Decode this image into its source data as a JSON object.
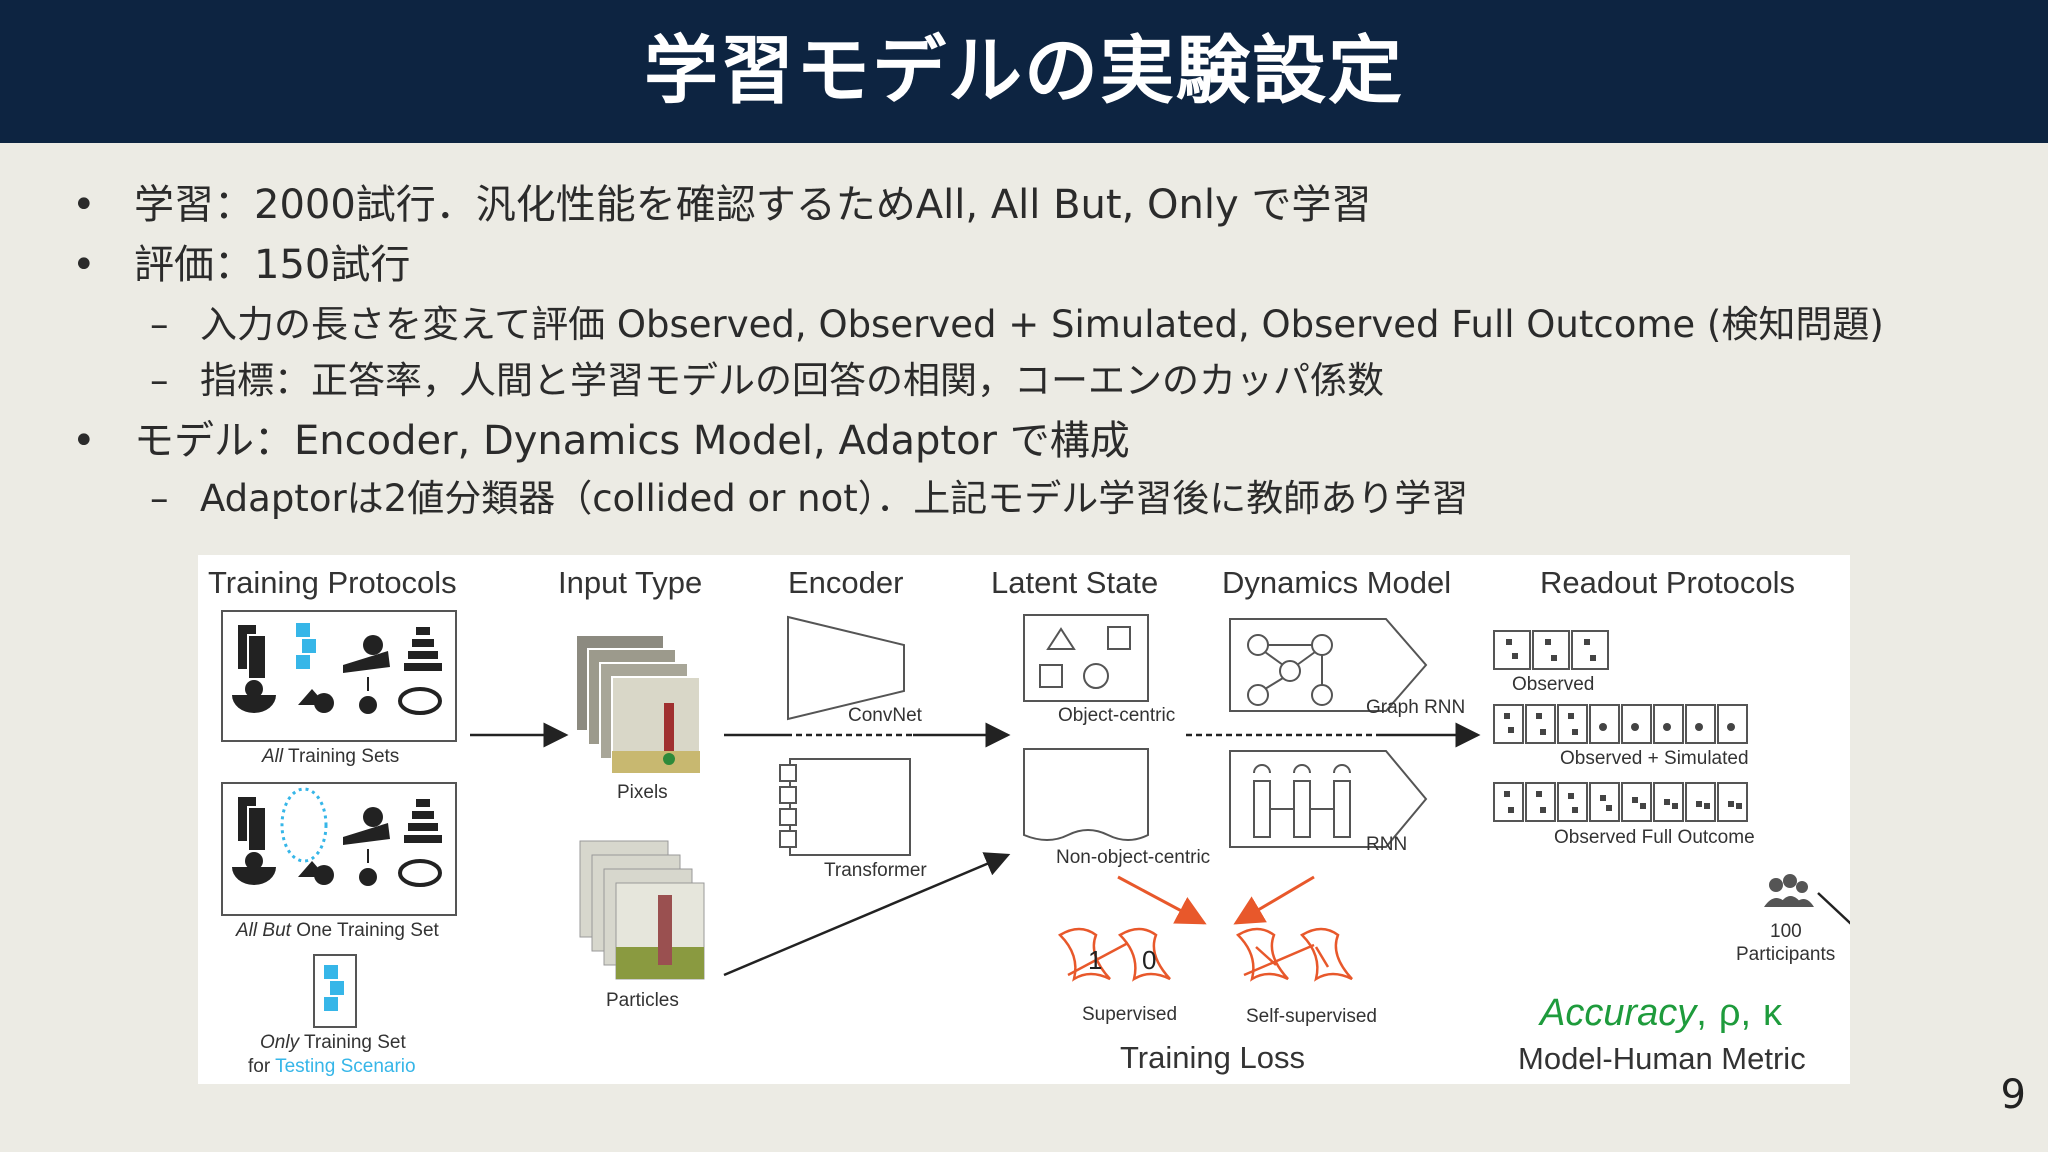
{
  "slide": {
    "title": "学習モデルの実験設定",
    "page_number": "9"
  },
  "bullets": [
    {
      "level": 1,
      "text": "学習：2000試行．汎化性能を確認するためAll, All But, Only で学習"
    },
    {
      "level": 1,
      "text": "評価：150試行"
    },
    {
      "level": 2,
      "text": "入力の長さを変えて評価 Observed, Observed + Simulated, Observed Full Outcome (検知問題)"
    },
    {
      "level": 2,
      "text": "指標：正答率，人間と学習モデルの回答の相関，コーエンのカッパ係数"
    },
    {
      "level": 1,
      "text": "モデル：Encoder, Dynamics Model, Adaptor で構成"
    },
    {
      "level": 2,
      "text": "Adaptorは2値分類器（collided or not）．上記モデル学習後に教師あり学習"
    }
  ],
  "figure": {
    "headings": {
      "training_protocols": "Training Protocols",
      "input_type": "Input Type",
      "encoder": "Encoder",
      "latent_state": "Latent State",
      "dynamics_model": "Dynamics Model",
      "readout_protocols": "Readout Protocols"
    },
    "training": {
      "all_em": "All",
      "all_rest": " Training Sets",
      "allbut_em": "All But",
      "allbut_rest": " One Training Set",
      "only_em": "Only",
      "only_rest": " Training Set",
      "for_text": "for ",
      "testing_scenario": "Testing Scenario"
    },
    "inputs": {
      "pixels": "Pixels",
      "particles": "Particles"
    },
    "encoders": {
      "convnet": "ConvNet",
      "transformer": "Transformer"
    },
    "latent": {
      "object_centric": "Object-centric",
      "non_object_centric": "Non-object-centric"
    },
    "dynamics": {
      "graph_rnn": "Graph RNN",
      "rnn": "RNN"
    },
    "readout": {
      "observed": "Observed",
      "observed_simulated": "Observed + Simulated",
      "observed_full": "Observed Full Outcome",
      "participants_count": "100",
      "participants_label": "Participants"
    },
    "loss": {
      "supervised": "Supervised",
      "self_supervised": "Self-supervised",
      "title": "Training Loss",
      "flag_one": "1",
      "flag_zero": "0"
    },
    "metric": {
      "accuracy": "Accuracy",
      "sep1": ",",
      "rho": "ρ",
      "sep2": ",",
      "kappa": "κ",
      "label": "Model-Human Metric"
    },
    "colors": {
      "accent_blue": "#36b6e8",
      "accuracy_green": "#1e9b3c",
      "loss_orange": "#e8582b"
    }
  }
}
